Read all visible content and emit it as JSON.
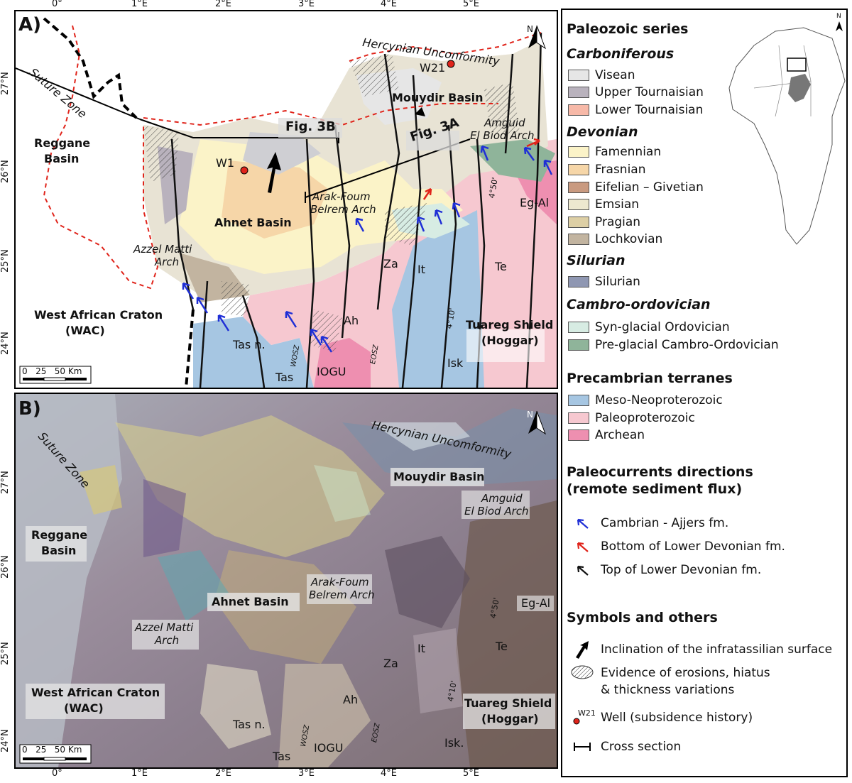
{
  "panel_a": {
    "label": "A)",
    "labels": {
      "suture_zone": "Suture Zone",
      "hercynian": "Hercynian Unconformity",
      "w21": "W21",
      "w1": "W1",
      "mouydir": "Mouydir Basin",
      "amguid1": "Amguid",
      "amguid2": "El Biod Arch",
      "fig3b": "Fig. 3B",
      "fig3a": "Fig. 3A",
      "reggane1": "Reggane",
      "reggane2": "Basin",
      "arak1": "Arak-Foum",
      "arak2": "Belrem Arch",
      "ahnet": "Ahnet Basin",
      "azzel1": "Azzel Matti",
      "azzel2": "Arch",
      "wac1": "West African Craton",
      "wac2": "(WAC)",
      "tuareg1": "Tuareg Shield",
      "tuareg2": "(Hoggar)",
      "eg_al": "Eg-Al",
      "te": "Te",
      "it": "It",
      "za": "Za",
      "ah": "Ah",
      "tas_n": "Tas n.",
      "tas": "Tas",
      "iogu": "IOGU",
      "isk": "Isk",
      "wosz": "WOSZ",
      "eosz": "EOSZ",
      "lon450": "4°50'",
      "lon410": "4°10'",
      "north": "N"
    },
    "scale": "0   25   50 Km"
  },
  "panel_b": {
    "label": "B)",
    "labels": {
      "suture_zone": "Suture Zone",
      "hercynian": "Hercynian Uncomformity",
      "mouydir": "Mouydir Basin",
      "amguid1": "Amguid",
      "amguid2": "El Biod Arch",
      "reggane1": "Reggane",
      "reggane2": "Basin",
      "arak1": "Arak-Foum",
      "arak2": "Belrem Arch",
      "ahnet": "Ahnet Basin",
      "azzel1": "Azzel Matti",
      "azzel2": "Arch",
      "wac1": "West African Craton",
      "wac2": "(WAC)",
      "tuareg1": "Tuareg Shield",
      "tuareg2": "(Hoggar)",
      "eg_al": "Eg-Al",
      "te": "Te",
      "it": "It",
      "za": "Za",
      "ah": "Ah",
      "tas_n": "Tas n.",
      "tas": "Tas",
      "iogu": "IOGU",
      "isk": "Isk.",
      "wosz": "WOSZ",
      "eosz": "EOSZ",
      "lon450": "4°50'",
      "lon410": "4°10'",
      "north": "N"
    },
    "scale": "0   25   50 Km"
  },
  "axes": {
    "lon_top": [
      "0°",
      "1°E",
      "2°E",
      "3°E",
      "4°E",
      "5°E"
    ],
    "lon_bottom": [
      "0°",
      "1°E",
      "2°E",
      "3°E",
      "4°E",
      "5°E"
    ],
    "lat_a": [
      "27°N",
      "26°N",
      "25°N",
      "24°N"
    ],
    "lat_b": [
      "27°N",
      "26°N",
      "25°N",
      "24°N"
    ]
  },
  "legend": {
    "title_paleozoic": "Paleozoic series",
    "carboniferous": "Carboniferous",
    "carb_items": [
      {
        "label": "Visean",
        "color": "#e6e6e6"
      },
      {
        "label": "Upper Tournaisian",
        "color": "#b9b2bd"
      },
      {
        "label": "Lower Tournaisian",
        "color": "#f7b9a8"
      }
    ],
    "devonian": "Devonian",
    "dev_items": [
      {
        "label": "Famennian",
        "color": "#fbf3c8"
      },
      {
        "label": "Frasnian",
        "color": "#f6d6a8"
      },
      {
        "label": "Eifelian – Givetian",
        "color": "#c99a80"
      },
      {
        "label": "Emsian",
        "color": "#ede8cf"
      },
      {
        "label": "Pragian",
        "color": "#ddcfa5"
      },
      {
        "label": "Lochkovian",
        "color": "#c2b4a0"
      }
    ],
    "silurian": "Silurian",
    "sil_items": [
      {
        "label": "Silurian",
        "color": "#8f97b2"
      }
    ],
    "cambro": "Cambro-ordovician",
    "cambro_items": [
      {
        "label": "Syn-glacial Ordovician",
        "color": "#d7ece3"
      },
      {
        "label": "Pre-glacial Cambro-Ordovician",
        "color": "#8fb49a"
      }
    ],
    "title_precambrian": "Precambrian terranes",
    "pre_items": [
      {
        "label": "Meso-Neoproterozoic",
        "color": "#a6c6e2"
      },
      {
        "label": "Paleoproterozoic",
        "color": "#f6c8d0"
      },
      {
        "label": "Archean",
        "color": "#ee8fb0"
      }
    ],
    "title_paleocurrents1": "Paleocurrents directions",
    "title_paleocurrents2": "(remote sediment flux)",
    "pc_items": [
      {
        "label": "Cambrian - Ajjers fm.",
        "color": "#1f2fd6"
      },
      {
        "label": "Bottom of Lower Devonian fm.",
        "color": "#e0241b"
      },
      {
        "label": "Top of Lower Devonian fm.",
        "color": "#111111"
      }
    ],
    "title_symbols": "Symbols and others",
    "sym_inclination": "Inclination of the infratassilian surface",
    "sym_erosion1": "Evidence of erosions, hiatus",
    "sym_erosion2": "& thickness variations",
    "sym_well_tag": "W21",
    "sym_well": "Well (subsidence history)",
    "sym_cross": "Cross section",
    "inset_north": "N"
  }
}
